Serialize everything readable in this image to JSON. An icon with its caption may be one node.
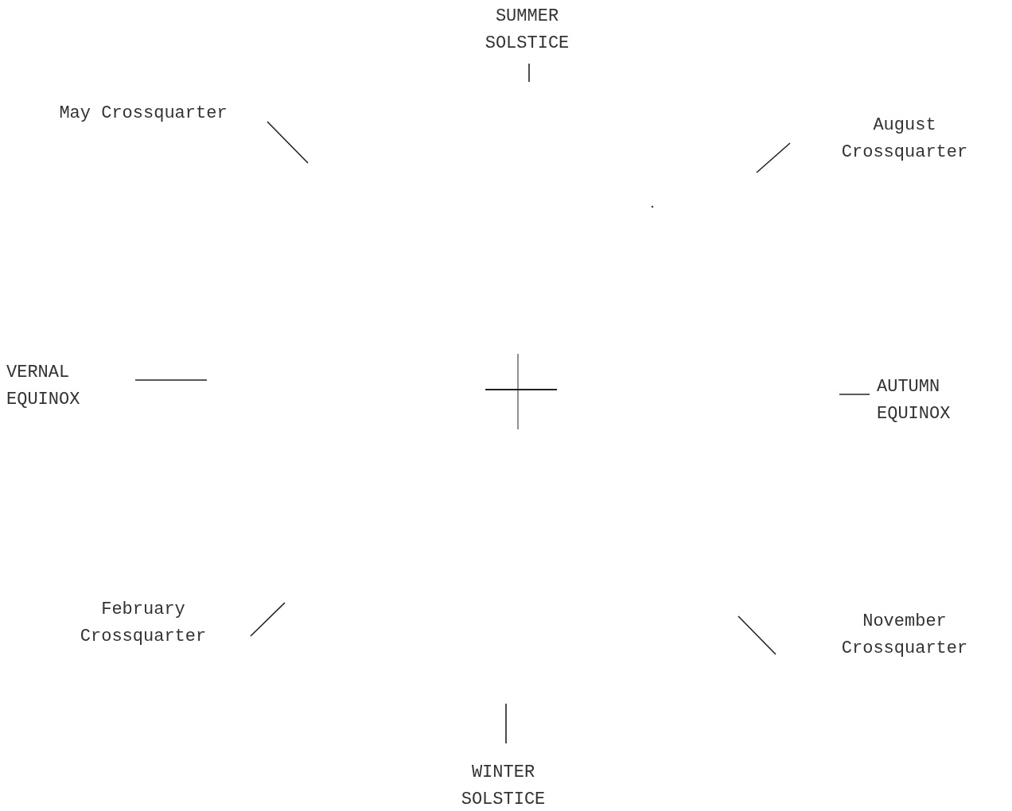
{
  "diagram": {
    "labels": [
      "SUMMER SOLSTICE",
      "May Crossquarter",
      "August Crossquarter",
      "VERNAL EQUINOX",
      "AUTUMN EQUINOX",
      "February Crossquarter",
      "November Crossquarter",
      "WINTER SOLSTICE"
    ]
  }
}
